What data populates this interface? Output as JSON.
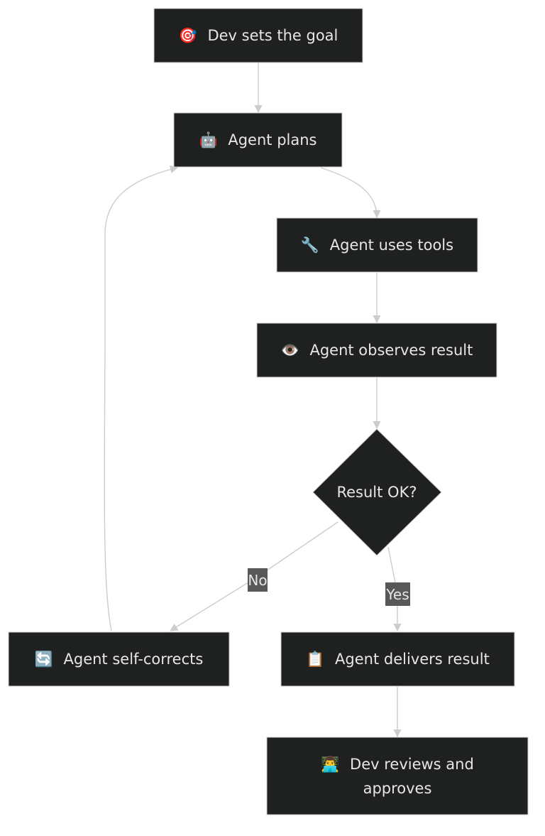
{
  "nodes": {
    "goal": {
      "icon": "🎯",
      "label": "Dev sets the goal"
    },
    "plans": {
      "icon": "🤖",
      "label": "Agent plans"
    },
    "tools": {
      "icon": "🔧",
      "label": "Agent uses tools"
    },
    "observes": {
      "icon": "👁️",
      "label": "Agent observes result"
    },
    "decision": {
      "label": "Result OK?"
    },
    "selfcorrect": {
      "icon": "🔄",
      "label": "Agent self-corrects"
    },
    "delivers": {
      "icon": "📋",
      "label": "Agent delivers result"
    },
    "reviews": {
      "icon": "👨‍💻",
      "label_line1": "Dev reviews and",
      "label_line2": "approves"
    }
  },
  "edges": {
    "no_label": "No",
    "yes_label": "Yes"
  },
  "colors": {
    "node_fill": "#1f2020",
    "node_stroke": "#cccccc",
    "text": "#e6e6e6",
    "edge": "#cccccc",
    "edge_label_bg": "#585858"
  }
}
